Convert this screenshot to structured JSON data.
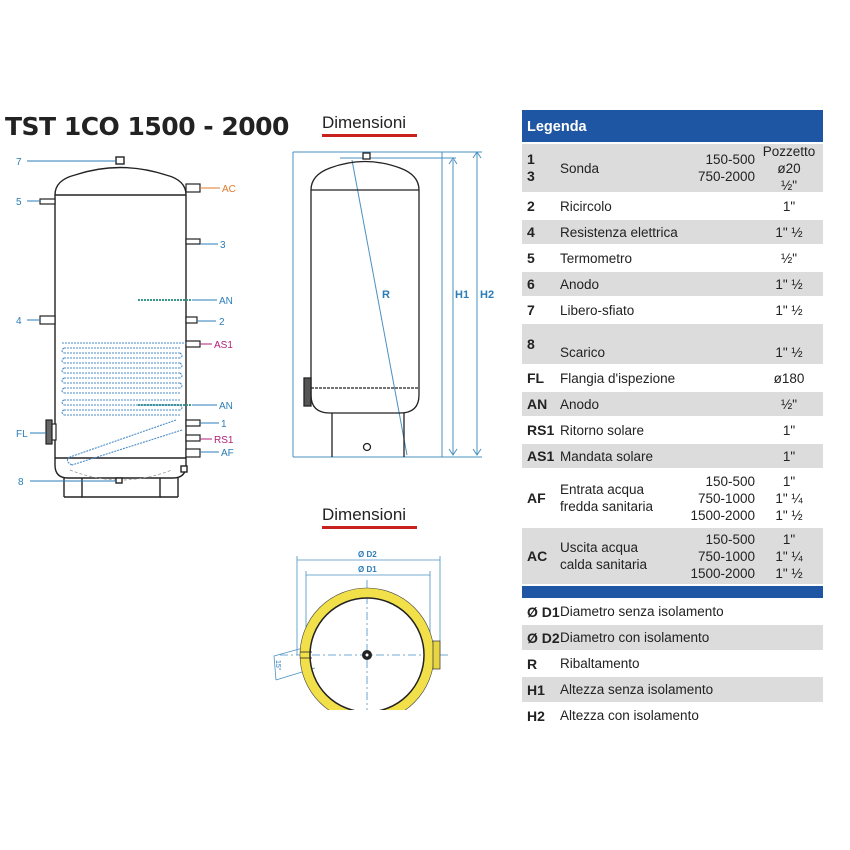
{
  "title": "TST 1CO 1500 - 2000",
  "front_view": {
    "labels_left": [
      "7",
      "5",
      "4",
      "FL",
      "8"
    ],
    "labels_right": [
      {
        "label": "AC",
        "color": "#e07a2e"
      },
      {
        "label": "3",
        "color": "#2a7db8"
      },
      {
        "label": "AN",
        "color": "#2a7db8"
      },
      {
        "label": "2",
        "color": "#2a7db8"
      },
      {
        "label": "AS1",
        "color": "#b0217a"
      },
      {
        "label": "AN",
        "color": "#2a7db8"
      },
      {
        "label": "1",
        "color": "#2a7db8"
      },
      {
        "label": "RS1",
        "color": "#b0217a"
      },
      {
        "label": "AF",
        "color": "#2a7db8"
      }
    ]
  },
  "side_view": {
    "title": "Dimensioni",
    "labels": {
      "r": "R",
      "h1": "H1",
      "h2": "H2"
    }
  },
  "top_view": {
    "title": "Dimensioni",
    "labels": {
      "d2": "Ø D2",
      "d1": "Ø D1",
      "angle": "15°"
    }
  },
  "colors": {
    "accent_blue": "#1f56a3",
    "dim_line": "#4a90c0",
    "label_blue": "#2a7db8",
    "label_orange": "#e07a2e",
    "label_magenta": "#b0217a",
    "insulation_yellow": "#f2e04a",
    "underline_red": "#c8211e",
    "row_gray": "#dcdcdc"
  },
  "legend": {
    "header": "Legenda",
    "rows": [
      {
        "code": "1\n3",
        "codes": [
          "1",
          "3"
        ],
        "desc": "Sonda",
        "ranges": [
          "150-500",
          "750-2000"
        ],
        "values": [
          "Pozzetto ø20",
          "½\""
        ],
        "gray": true
      },
      {
        "code": "2",
        "desc": "Ricircolo",
        "value": "1\"",
        "gray": false
      },
      {
        "code": "4",
        "desc": "Resistenza elettrica",
        "value": "1\" ½",
        "gray": true
      },
      {
        "code": "5",
        "desc": "Termometro",
        "value": "½\"",
        "gray": false
      },
      {
        "code": "6",
        "desc": "Anodo",
        "value": "1\" ½",
        "gray": true
      },
      {
        "code": "7",
        "desc": "Libero-sfiato",
        "value": "1\" ½",
        "gray": false
      },
      {
        "code": "8",
        "desc": "Scarico",
        "value": "1\" ½",
        "gray": true
      },
      {
        "code": "FL",
        "desc": "Flangia d'ispezione",
        "value": "ø180",
        "gray": false
      },
      {
        "code": "AN",
        "desc": "Anodo",
        "value": "½\"",
        "gray": true
      },
      {
        "code": "RS1",
        "desc": "Ritorno solare",
        "value": "1\"",
        "gray": false
      },
      {
        "code": "AS1",
        "desc": "Mandata solare",
        "value": "1\"",
        "gray": true
      },
      {
        "code": "AF",
        "desc_lines": [
          "Entrata acqua",
          "fredda sanitaria"
        ],
        "ranges": [
          "150-500",
          "750-1000",
          "1500-2000"
        ],
        "values": [
          "1\"",
          "1\" ¼",
          "1\" ½"
        ],
        "gray": false
      },
      {
        "code": "AC",
        "desc_lines": [
          "Uscita acqua",
          "calda sanitaria"
        ],
        "ranges": [
          "150-500",
          "750-1000",
          "1500-2000"
        ],
        "values": [
          "1\"",
          "1\" ¼",
          "1\" ½"
        ],
        "gray": true
      }
    ],
    "footer_rows": [
      {
        "code": "Ø D1",
        "desc": "Diametro senza isolamento",
        "gray": false
      },
      {
        "code": "Ø D2",
        "desc": "Diametro con isolamento",
        "gray": true
      },
      {
        "code": "R",
        "desc": "Ribaltamento",
        "gray": false
      },
      {
        "code": "H1",
        "desc": "Altezza senza isolamento",
        "gray": true
      },
      {
        "code": "H2",
        "desc": "Altezza con isolamento",
        "gray": false
      }
    ]
  }
}
